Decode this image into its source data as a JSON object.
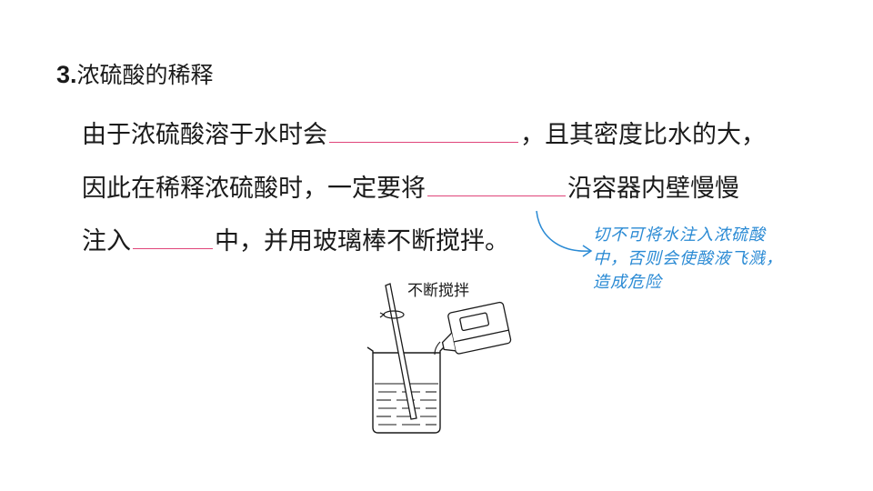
{
  "heading": {
    "number": "3",
    "dot": ".",
    "title": "浓硫酸的稀释"
  },
  "text": {
    "line1_a": "由于浓硫酸溶于水时会",
    "line1_b": "，且其密度比水的大，",
    "line2_a": "因此在稀释浓硫酸时，一定要将",
    "line2_b": "沿容器内壁慢慢",
    "line3_a": "注入",
    "line3_b": "中，并用玻璃棒不断搅拌。"
  },
  "note": {
    "line1": "切不可将水注入浓硫酸",
    "line2": "中，否则会使酸液飞溅，",
    "line3": "造成危险"
  },
  "diagram": {
    "label": "不断搅拌"
  },
  "colors": {
    "blank_underline": "#e0457a",
    "note_text": "#2a8ad4",
    "body_text": "#1a1a1a"
  }
}
